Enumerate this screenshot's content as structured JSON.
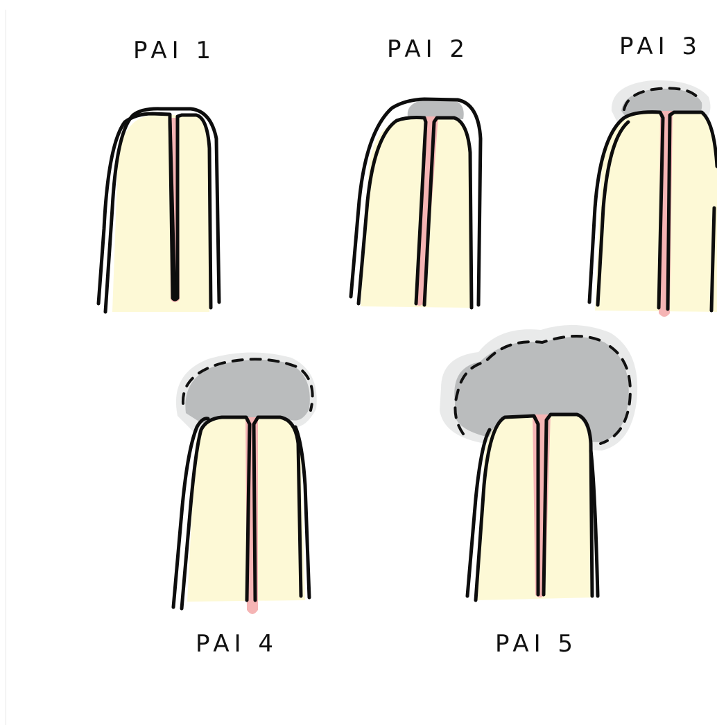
{
  "labels": {
    "pai1": "PAI 1",
    "pai2": "PAI 2",
    "pai3": "PAI 3",
    "pai4": "PAI 4",
    "pai5": "PAI 5"
  },
  "colors": {
    "tooth_fill": "#fdf9d6",
    "canal_pink": "#f5b4b4",
    "lesion_gray": "#babcbd",
    "lesion_halo": "#e9eaea",
    "outline": "#0d0d0d"
  },
  "scores": [
    {
      "label_key": "pai1",
      "score": 1,
      "lesion": "none"
    },
    {
      "label_key": "pai2",
      "score": 2,
      "lesion": "small"
    },
    {
      "label_key": "pai3",
      "score": 3,
      "lesion": "moderate"
    },
    {
      "label_key": "pai4",
      "score": 4,
      "lesion": "large"
    },
    {
      "label_key": "pai5",
      "score": 5,
      "lesion": "extensive"
    }
  ]
}
